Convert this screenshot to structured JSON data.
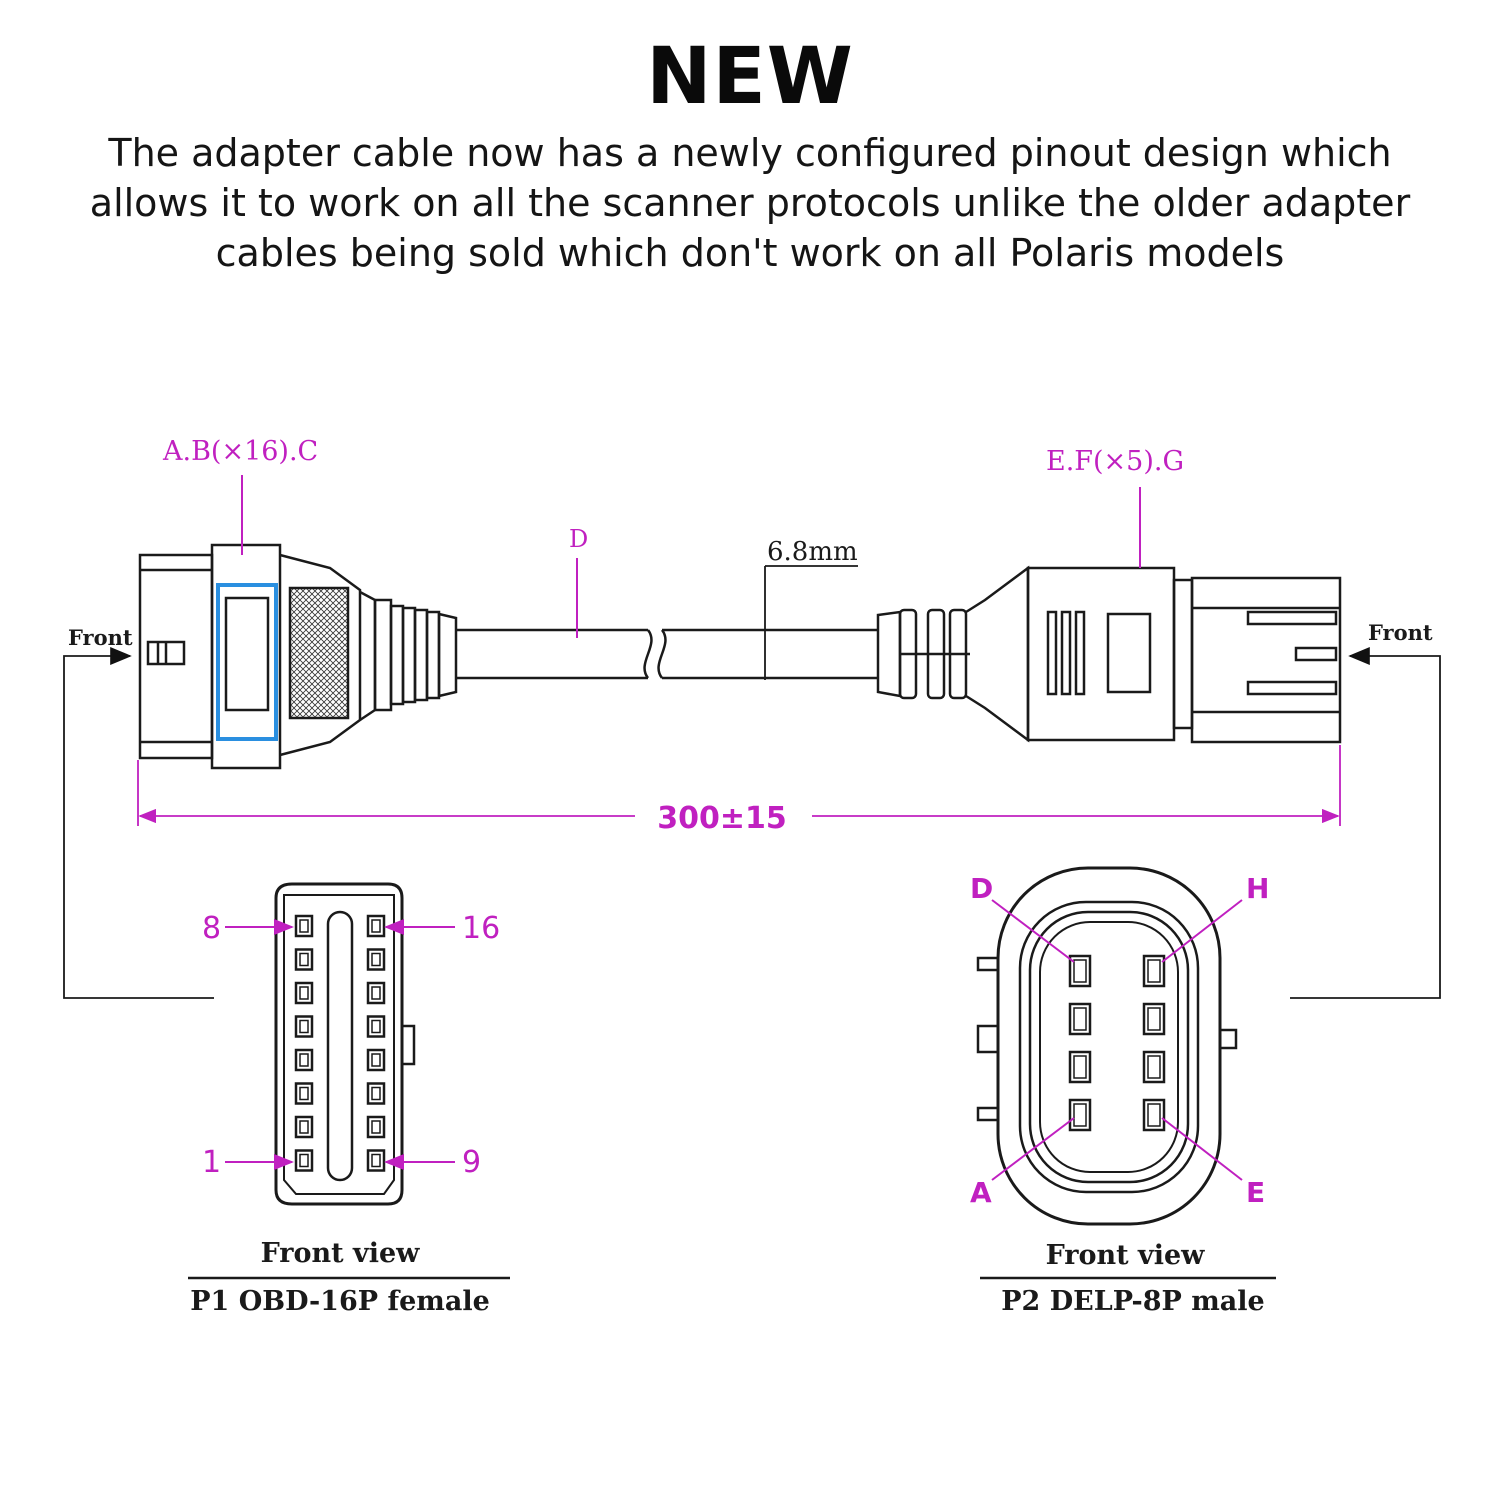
{
  "header": {
    "title": "NEW",
    "description": "The adapter cable now has a newly configured pinout design which allows it to work on all the scanner protocols unlike the older adapter cables being sold which don't work on all Polaris models"
  },
  "diagram": {
    "left_connector_callout": "A.B(×16).C",
    "right_connector_callout": "E.F(×5).G",
    "cable_callout": "D",
    "cable_diameter": "6.8mm",
    "overall_length": "300±15",
    "left_front_label": "Front",
    "right_front_label": "Front",
    "p1": {
      "pin_top_left": "8",
      "pin_top_right": "16",
      "pin_bottom_left": "1",
      "pin_bottom_right": "9",
      "view_label": "Front view",
      "name": "P1 OBD-16P female"
    },
    "p2": {
      "pin_top_left": "D",
      "pin_top_right": "H",
      "pin_bottom_left": "A",
      "pin_bottom_right": "E",
      "view_label": "Front view",
      "name": "P2 DELP-8P male"
    }
  },
  "colors": {
    "callout": "#c020c0",
    "line": "#1a1a1a",
    "highlight": "#2a8fe0"
  }
}
